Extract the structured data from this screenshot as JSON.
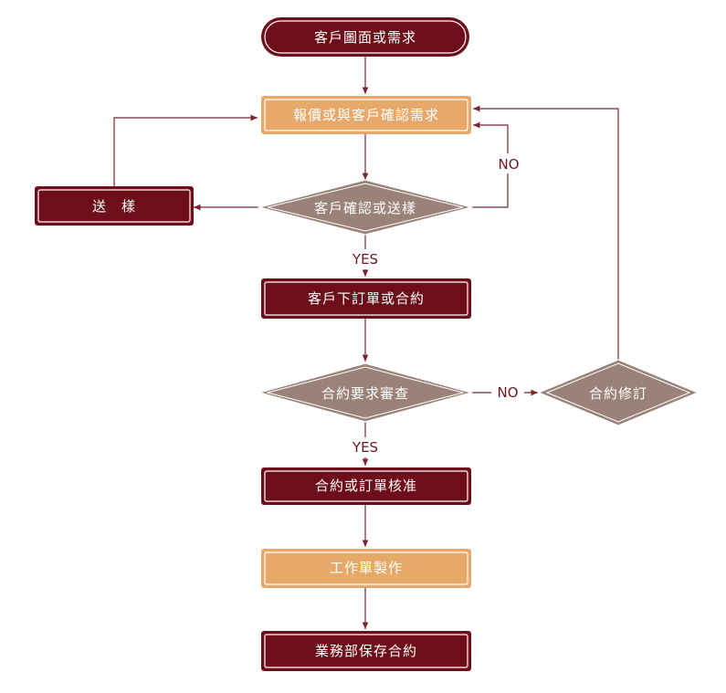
{
  "colors": {
    "dark": "#6e0e1a",
    "light": "#e6a96a",
    "diamond": "#9b8278",
    "line": "#7a2430"
  },
  "nodes": {
    "start": "客戶圖面或需求",
    "quote": "報價或與客戶確認需求",
    "confirm": "客戶確認或送樣",
    "sample": "送　樣",
    "order": "客戶下訂單或合約",
    "review": "合約要求審查",
    "revise": "合約修訂",
    "approve": "合約或訂單核准",
    "workorder": "工作單製作",
    "keep": "業務部保存合約"
  },
  "edges": {
    "confirm_no": "NO",
    "confirm_yes": "YES",
    "review_no": "NO",
    "review_yes": "YES"
  }
}
